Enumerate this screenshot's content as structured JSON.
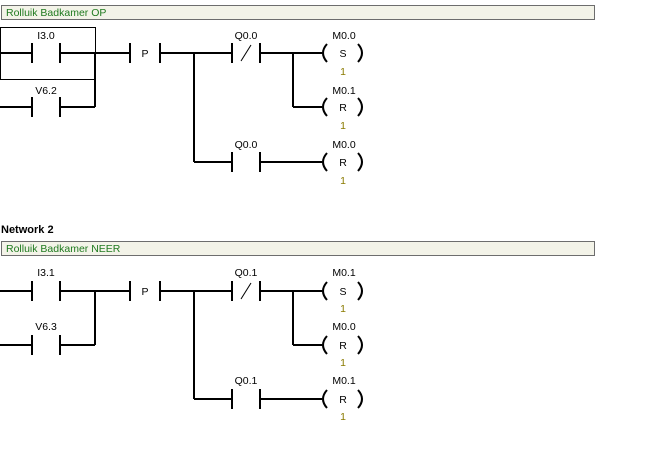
{
  "networks": [
    {
      "id": "n1",
      "title": "",
      "comment": "Rolluik Badkamer OP",
      "input_a": "I3.0",
      "input_b": "V6.2",
      "edge": "P",
      "contact_nc": "Q0.0",
      "contact_no": "Q0.0",
      "coils": [
        {
          "address": "M0.0",
          "type": "S",
          "count": "1"
        },
        {
          "address": "M0.1",
          "type": "R",
          "count": "1"
        },
        {
          "address": "M0.0",
          "type": "R",
          "count": "1"
        }
      ]
    },
    {
      "id": "n2",
      "title": "Network 2",
      "comment": "Rolluik Badkamer NEER",
      "input_a": "I3.1",
      "input_b": "V6.3",
      "edge": "P",
      "contact_nc": "Q0.1",
      "contact_no": "Q0.1",
      "coils": [
        {
          "address": "M0.1",
          "type": "S",
          "count": "1"
        },
        {
          "address": "M0.0",
          "type": "R",
          "count": "1"
        },
        {
          "address": "M0.1",
          "type": "R",
          "count": "1"
        }
      ]
    }
  ],
  "colors": {
    "wire": "#000000",
    "comment_text": "#1f7a1f",
    "count_text": "#8a7a00"
  }
}
